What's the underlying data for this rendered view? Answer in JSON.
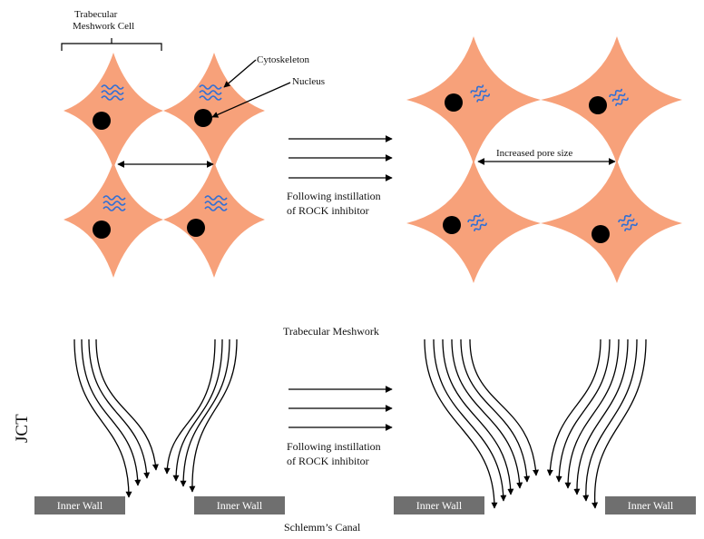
{
  "top_panel": {
    "cell_label_line1": "Trabecular",
    "cell_label_line2": "Meshwork Cell",
    "cytoskeleton_label": "Cytoskeleton",
    "nucleus_label": "Nucleus",
    "pore_label": "Increased pore size",
    "transition_line1": "Following instillation",
    "transition_line2": "of ROCK inhibitor"
  },
  "bottom_panel": {
    "top_label": "Trabecular Meshwork",
    "side_label": "JCT",
    "wall_label": "Inner Wall",
    "bottom_label": "Schlemm’s Canal",
    "transition_line1": "Following instillation",
    "transition_line2": "of ROCK inhibitor"
  },
  "colors": {
    "cell": "#f7a17a",
    "nucleus": "#000000",
    "cytoskeleton": "#2f6fd6",
    "inner_wall": "#6f6f6f"
  }
}
